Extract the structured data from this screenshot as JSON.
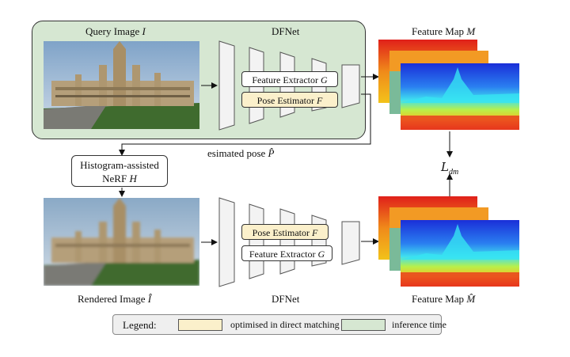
{
  "top": {
    "query_label": "Query Image",
    "query_symbol": "I",
    "dfnet_label": "DFNet",
    "feature_extractor": "Feature Extractor",
    "feature_extractor_symbol": "G",
    "pose_estimator": "Pose Estimator",
    "pose_estimator_symbol": "F",
    "feature_map_label": "Feature Map",
    "feature_map_symbol": "M"
  },
  "middle": {
    "estimated_pose_label": "esimated pose",
    "estimated_pose_symbol": "P̂",
    "histogram_line1": "Histogram-assisted",
    "histogram_line2": "NeRF",
    "histogram_symbol": "H",
    "loss_symbol": "L",
    "loss_subscript": "dm"
  },
  "bottom": {
    "rendered_label": "Rendered Image",
    "rendered_symbol": "Î",
    "dfnet_label": "DFNet",
    "pose_estimator": "Pose Estimator",
    "pose_estimator_symbol": "F",
    "feature_extractor": "Feature Extractor",
    "feature_extractor_symbol": "G",
    "feature_map_label": "Feature Map",
    "feature_map_symbol": "M̂"
  },
  "legend": {
    "title": "Legend:",
    "item1": "optimised in direct matching",
    "item2": "inference time",
    "color1": "#fbf0cb",
    "color2": "#d6e7d2"
  }
}
